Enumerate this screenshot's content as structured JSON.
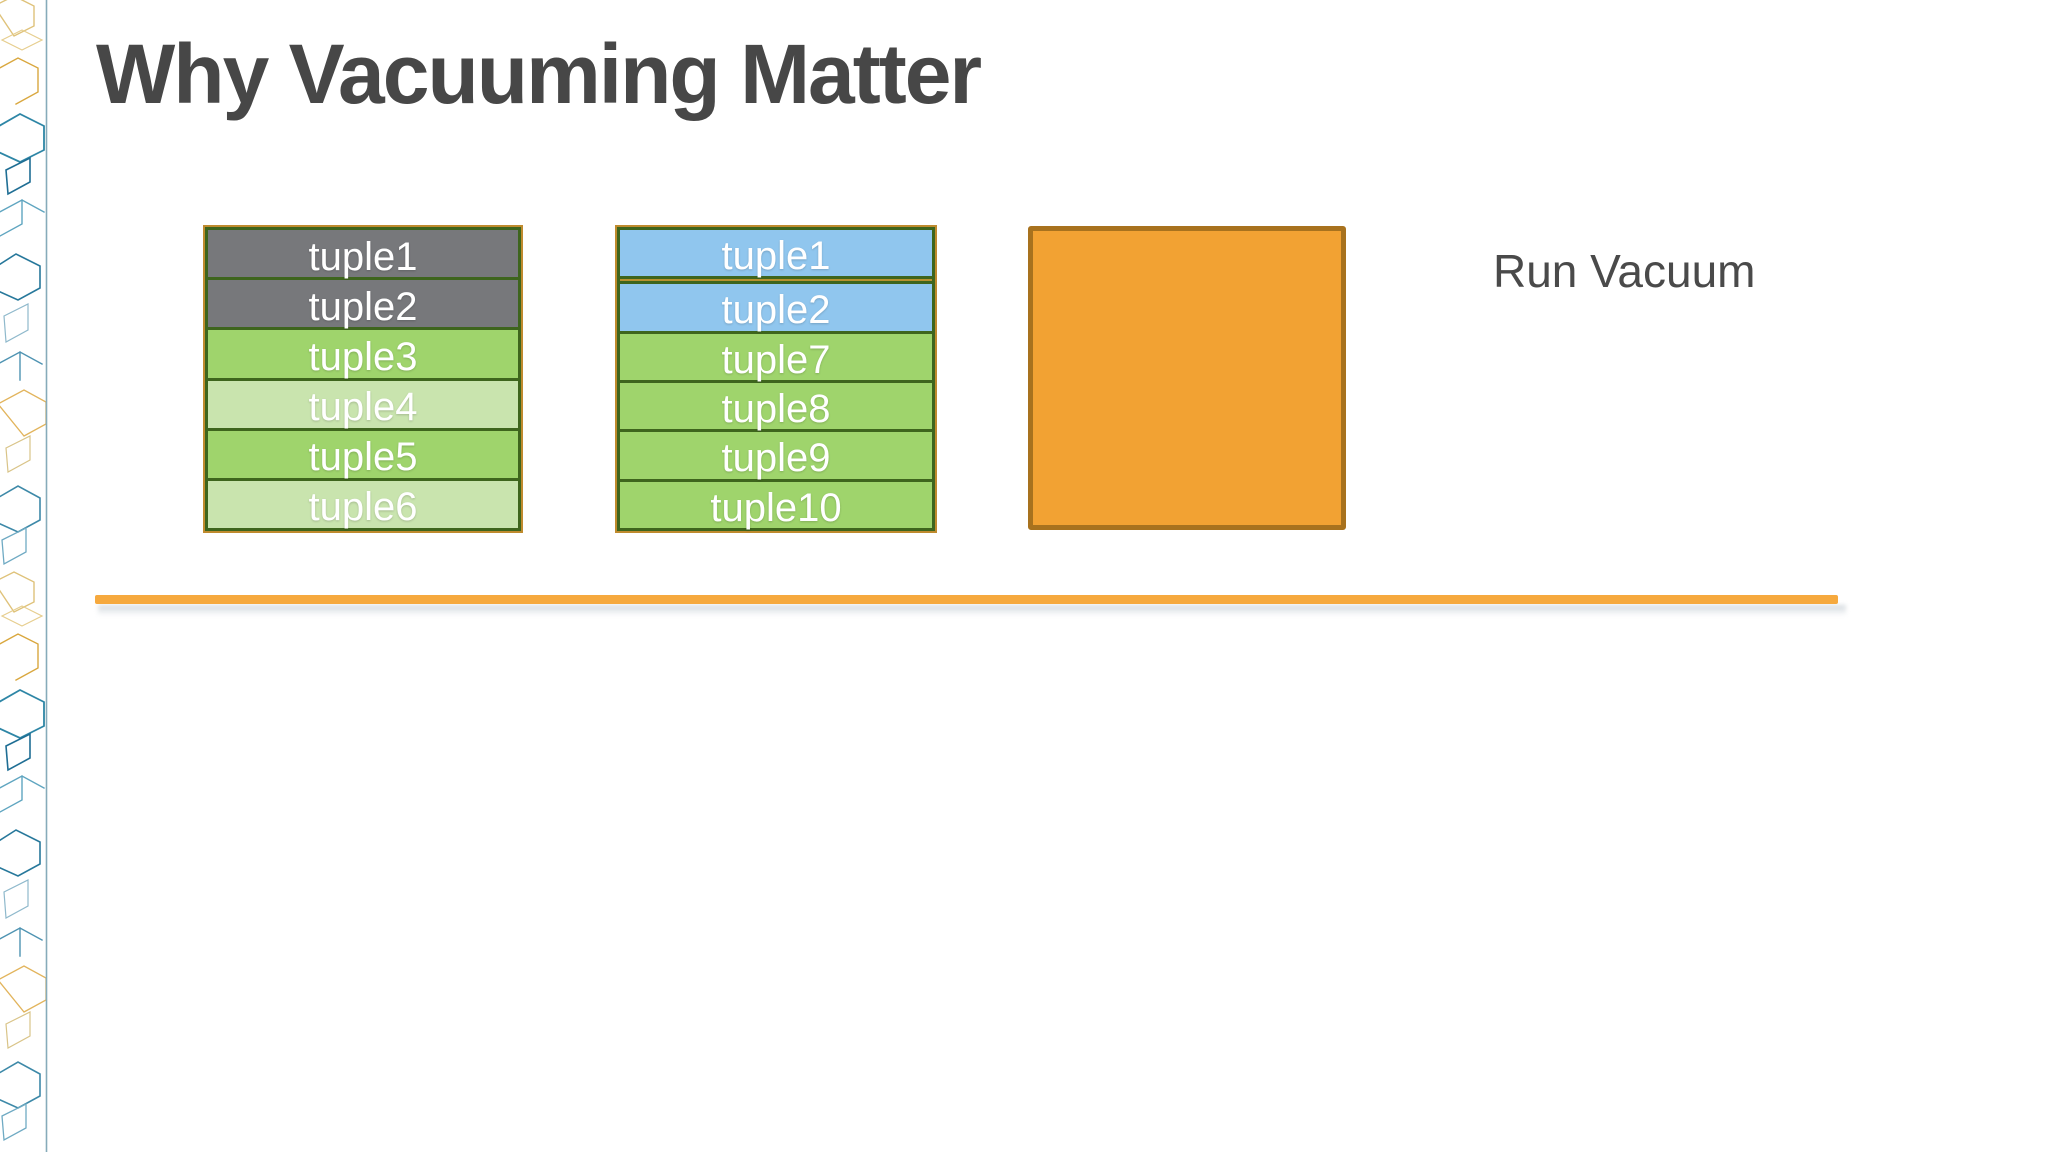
{
  "slide": {
    "title": "Why Vacuuming Matter",
    "annotation": "Run Vacuum"
  },
  "heap_page_1": {
    "rows": [
      {
        "label": "tuple1",
        "state": "dead"
      },
      {
        "label": "tuple2",
        "state": "dead"
      },
      {
        "label": "tuple3",
        "state": "live"
      },
      {
        "label": "tuple4",
        "state": "live-light"
      },
      {
        "label": "tuple5",
        "state": "live"
      },
      {
        "label": "tuple6",
        "state": "live-light"
      }
    ]
  },
  "heap_page_2": {
    "rows": [
      {
        "label": "tuple1",
        "state": "frozen"
      },
      {
        "label": "tuple2",
        "state": "frozen"
      },
      {
        "label": "tuple7",
        "state": "live"
      },
      {
        "label": "tuple8",
        "state": "live"
      },
      {
        "label": "tuple9",
        "state": "live"
      },
      {
        "label": "tuple10",
        "state": "live"
      }
    ]
  },
  "colors": {
    "title_text": "#474747",
    "annotation_text": "#4A4A4A",
    "dead_tuple_gray": "#77787B",
    "live_tuple_green": "#9FD46C",
    "live_tuple_green_light": "#C9E4AE",
    "frozen_tuple_blue": "#90C6EE",
    "row_border_green": "#3E651D",
    "table_border_gold": "#BF8B2E",
    "empty_block_fill": "#F2A233",
    "empty_block_border": "#A8721E",
    "divider_orange": "#F6A93E"
  }
}
